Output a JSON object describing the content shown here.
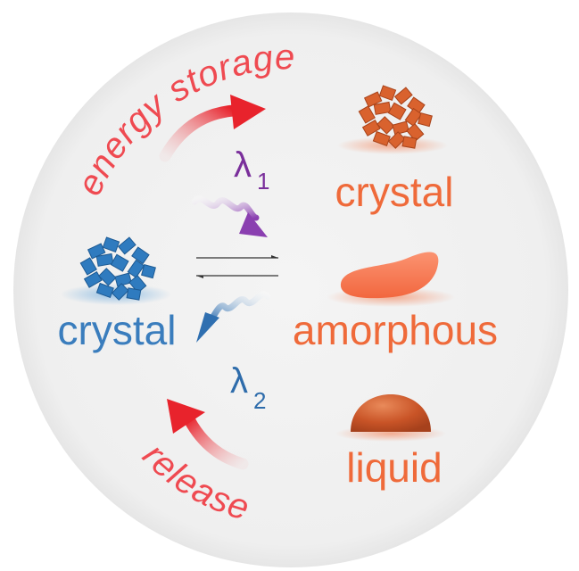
{
  "labels": {
    "energy_storage": "energy storage",
    "release": "release",
    "crystal_top": "crystal",
    "crystal_left": "crystal",
    "amorphous": "amorphous",
    "liquid": "liquid",
    "lambda1_symbol": "λ",
    "lambda1_subscript": "1",
    "lambda2_symbol": "λ",
    "lambda2_subscript": "2"
  },
  "colors": {
    "background_circle": "#f1f1f1",
    "energy_red": "#e8313a",
    "text_orange": "#ef6a3a",
    "text_blue": "#3a7dbd",
    "lambda1_purple": "#7a2f9b",
    "lambda2_blue": "#2e6cab",
    "crystal_orange": "#d9622e",
    "crystal_blue": "#2f7bbf",
    "amorphous_fill": "#f6784f",
    "liquid_fill": "#c8502a"
  }
}
